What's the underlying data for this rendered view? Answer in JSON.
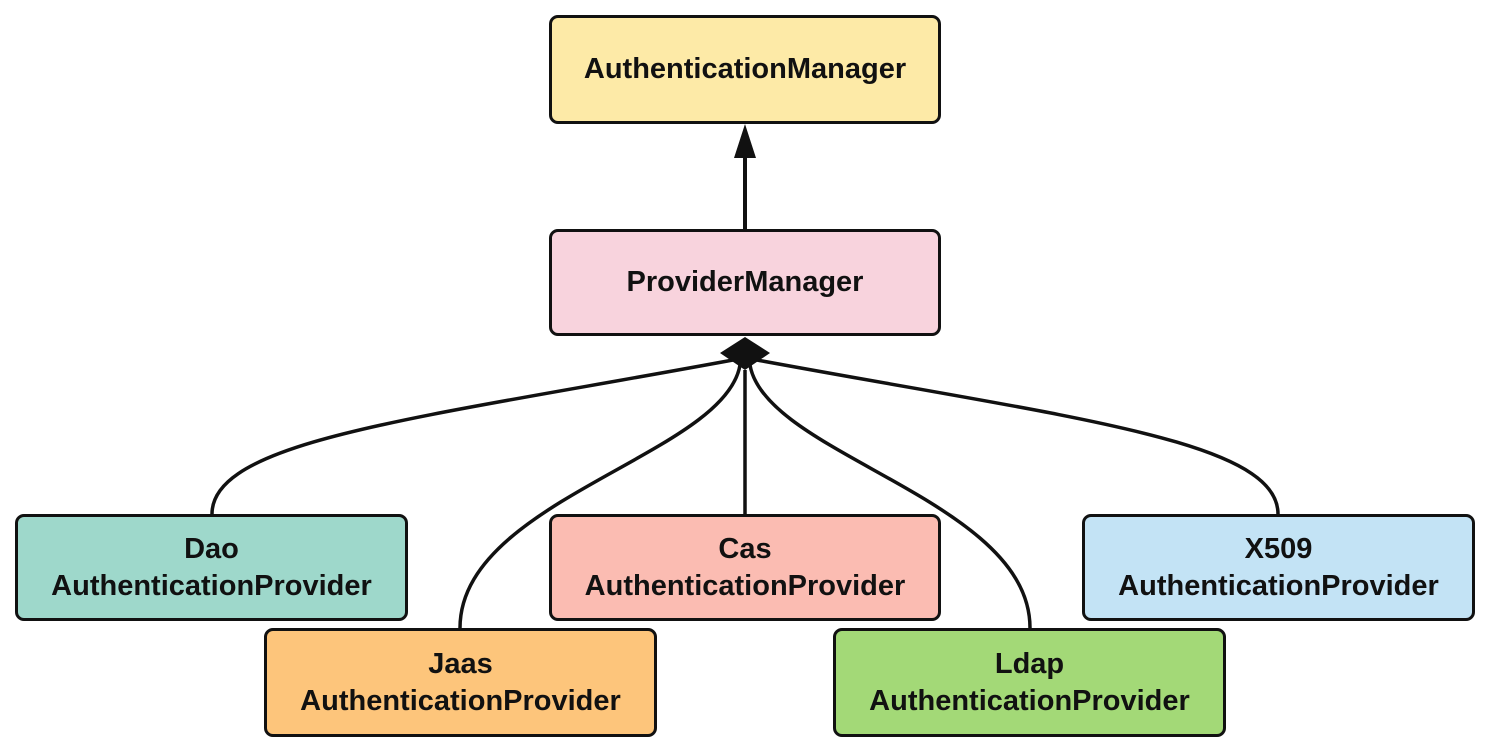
{
  "diagram": {
    "nodes": {
      "authentication_manager": {
        "lines": [
          "AuthenticationManager"
        ],
        "fill": "#fdeaa7"
      },
      "provider_manager": {
        "lines": [
          "ProviderManager"
        ],
        "fill": "#f8d3dd"
      },
      "dao": {
        "lines": [
          "Dao",
          "AuthenticationProvider"
        ],
        "fill": "#9ed8cb"
      },
      "cas": {
        "lines": [
          "Cas",
          "AuthenticationProvider"
        ],
        "fill": "#fbbcb2"
      },
      "x509": {
        "lines": [
          "X509",
          "AuthenticationProvider"
        ],
        "fill": "#c3e3f5"
      },
      "jaas": {
        "lines": [
          "Jaas",
          "AuthenticationProvider"
        ],
        "fill": "#fdc57b"
      },
      "ldap": {
        "lines": [
          "Ldap",
          "AuthenticationProvider"
        ],
        "fill": "#a3d977"
      }
    },
    "edges": [
      {
        "from": "provider_manager",
        "to": "authentication_manager",
        "type": "generalization-arrow"
      },
      {
        "from": "dao",
        "to": "provider_manager",
        "type": "composition-diamond"
      },
      {
        "from": "jaas",
        "to": "provider_manager",
        "type": "composition-diamond"
      },
      {
        "from": "cas",
        "to": "provider_manager",
        "type": "composition-diamond"
      },
      {
        "from": "ldap",
        "to": "provider_manager",
        "type": "composition-diamond"
      },
      {
        "from": "x509",
        "to": "provider_manager",
        "type": "composition-diamond"
      }
    ],
    "stroke_color": "#111111"
  }
}
